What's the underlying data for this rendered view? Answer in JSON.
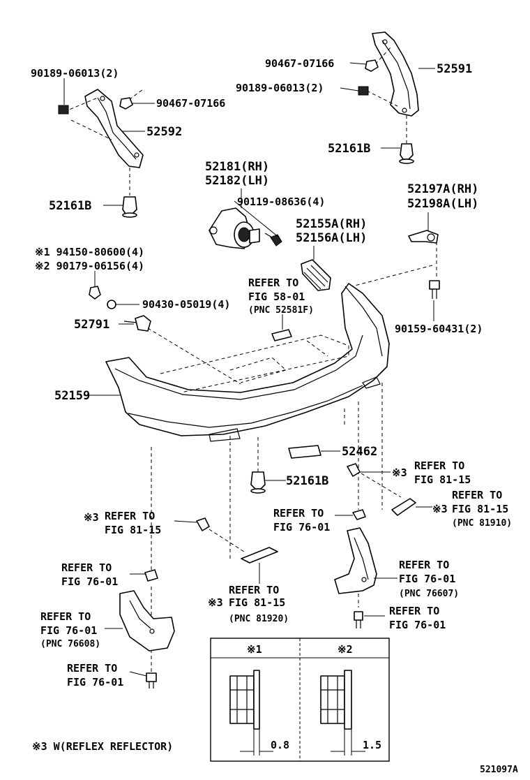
{
  "labels": {
    "p90189_top_left": "90189-06013(2)",
    "p90467_left": "90467-07166",
    "p52592": "52592",
    "p52161b_left": "52161B",
    "p90467_right": "90467-07166",
    "p90189_right": "90189-06013(2)",
    "p52591": "52591",
    "p52161b_right": "52161B",
    "p52181": "52181(RH)",
    "p52182": "52182(LH)",
    "p90119": "90119-08636(4)",
    "p52197a": "52197A(RH)",
    "p52198a": "52198A(LH)",
    "p52155a": "52155A(RH)",
    "p52156a": "52156A(LH)",
    "p94150": "※1 94150-80600(4)",
    "p90179": "※2 90179-06156(4)",
    "refer_58_line1": "REFER TO",
    "refer_58_line2": "FIG 58-01",
    "refer_58_line3": "(PNC 52581F)",
    "p90430": "90430-05019(4)",
    "p52791": "52791",
    "p90159": "90159-60431(2)",
    "p52159": "52159",
    "p52462": "52462",
    "p52161b_center": "52161B",
    "r3_right_line1": "REFER TO",
    "r3_right_line2": "FIG 81-15",
    "r3_right_mark": "※3",
    "r81910_line1": "REFER TO",
    "r81910_line2": "FIG 81-15",
    "r81910_line3": "(PNC 81910)",
    "r81910_mark": "※3",
    "r3_left_mark": "※3",
    "r3_left_line1": "REFER TO",
    "r3_left_line2": "FIG 81-15",
    "r76_center_line1": "REFER TO",
    "r76_center_line2": "FIG 76-01",
    "r76607_line1": "REFER TO",
    "r76607_line2": "FIG 76-01",
    "r76607_line3": "(PNC 76607)",
    "r76_left_clip_line1": "REFER TO",
    "r76_left_clip_line2": "FIG 76-01",
    "r81920_line1": "REFER TO",
    "r81920_mark": "※3",
    "r81920_line2": "FIG 81-15",
    "r81920_line3": "(PNC 81920)",
    "r76_right_bolt_line1": "REFER TO",
    "r76_right_bolt_line2": "FIG 76-01",
    "r76608_line1": "REFER TO",
    "r76608_line2": "FIG 76-01",
    "r76608_line3": "(PNC 76608)",
    "r76_left_bolt_line1": "REFER TO",
    "r76_left_bolt_line2": "FIG 76-01",
    "inset_col1": "※1",
    "inset_col2": "※2",
    "inset_dim1": "0.8",
    "inset_dim2": "1.5",
    "footnote": "※3 W(REFLEX REFLECTOR)",
    "diagram_id": "521097A"
  }
}
